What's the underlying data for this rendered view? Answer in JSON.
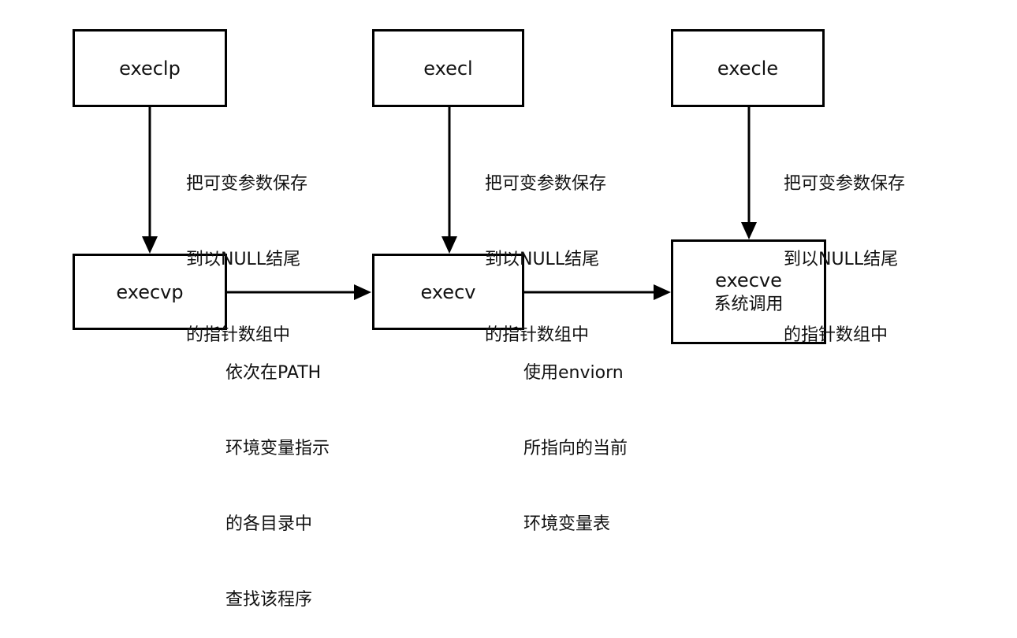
{
  "nodes": {
    "execlp": "execlp",
    "execl": "execl",
    "execle": "execle",
    "execvp": "execvp",
    "execv": "execv",
    "execve": "execve",
    "execve_sub": "系统调用"
  },
  "edge_labels": {
    "execlp_to_execvp": [
      "把可变参数保存",
      "到以NULL结尾",
      "的指针数组中"
    ],
    "execl_to_execv": [
      "把可变参数保存",
      "到以NULL结尾",
      "的指针数组中"
    ],
    "execle_to_execve": [
      "把可变参数保存",
      "到以NULL结尾",
      "的指针数组中"
    ],
    "execvp_to_execv": [
      "依次在PATH",
      "环境变量指示",
      "的各目录中",
      "查找该程序"
    ],
    "execv_to_execve": [
      "使用enviorn",
      "所指向的当前",
      "环境变量表"
    ]
  }
}
